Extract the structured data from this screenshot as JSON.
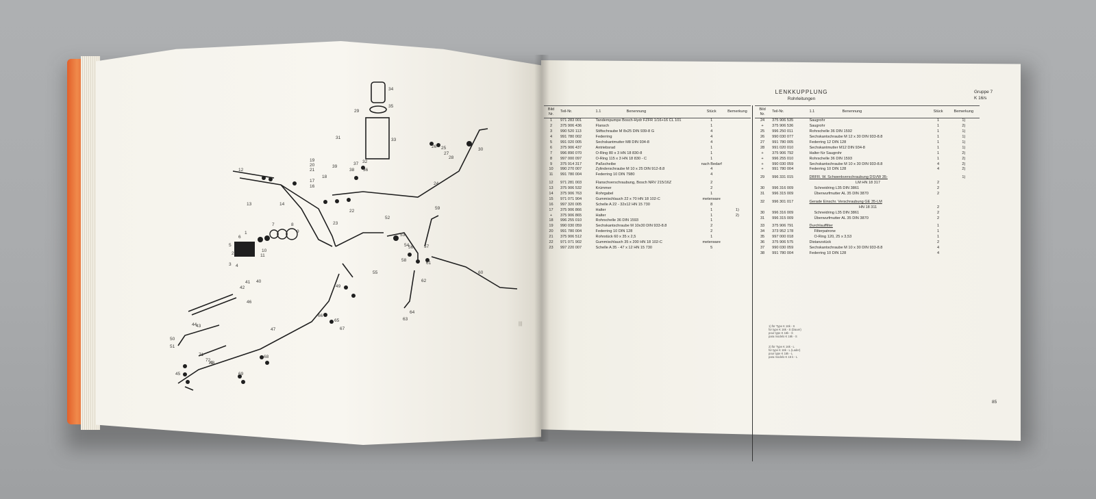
{
  "document": {
    "title": "LENKKUPPLUNG",
    "subtitle": "Rohrleitungen",
    "group_label": "Gruppe 7",
    "group_code": "K 16/s",
    "page_number": "85",
    "left_page_marks": "|||"
  },
  "table_headers": {
    "bild_nr": "Bild Nr.",
    "teil_nr": "Teil-Nr.",
    "mark": "1.1",
    "benennung": "Benennung",
    "stueck": "Stück",
    "bemerkung": "Bemerkung"
  },
  "parts_left": [
    {
      "bild": "1",
      "teil": "971 283 001",
      "name": "Tandempumpe Bosch-Hydr FZFR 1/16+16 CL 101",
      "qty": "1",
      "note": ""
    },
    {
      "bild": "2",
      "teil": "375 906 436",
      "name": "Flansch",
      "qty": "1",
      "note": ""
    },
    {
      "bild": "3",
      "teil": "990 520 113",
      "name": "Stiftschraube M 8x25 DIN 939-8 G",
      "qty": "4",
      "note": ""
    },
    {
      "bild": "4",
      "teil": "991 780 002",
      "name": "Federring",
      "qty": "4",
      "note": ""
    },
    {
      "bild": "5",
      "teil": "991 020 005",
      "name": "Sechskantmutter M8 DIN 934-8",
      "qty": "4",
      "note": ""
    },
    {
      "bild": "6",
      "teil": "375 906 437",
      "name": "Antriebsrad",
      "qty": "1",
      "note": ""
    },
    {
      "bild": "7",
      "teil": "996 890 070",
      "name": "O-Ring 80 x 3 HN 18 830-8",
      "qty": "1",
      "note": ""
    },
    {
      "bild": "8",
      "teil": "997 000 097",
      "name": "O-Ring 115 x 3 HN 18 830 - C",
      "qty": "1",
      "note": ""
    },
    {
      "bild": "9",
      "teil": "375 914 317",
      "name": "Paßscheibe",
      "qty": "nach Bedarf",
      "note": ""
    },
    {
      "bild": "10",
      "teil": "990 270 007",
      "name": "Zylinderschraube M 10 x 25 DIN 912-8.8",
      "qty": "4",
      "note": ""
    },
    {
      "bild": "11",
      "teil": "991 780 004",
      "name": "Federring 10 DIN 7980",
      "qty": "4",
      "note": ""
    },
    {
      "gap": true
    },
    {
      "bild": "12",
      "teil": "971 281 003",
      "name": "Flanschverschraubung, Bosch NRV 215/16Z",
      "qty": "2",
      "note": ""
    },
    {
      "bild": "13",
      "teil": "375 906 532",
      "name": "Krümmer",
      "qty": "2",
      "note": ""
    },
    {
      "bild": "14",
      "teil": "375 906 763",
      "name": "Rohrgabel",
      "qty": "1",
      "note": ""
    },
    {
      "bild": "15",
      "teil": "971 071 904",
      "name": "Gummischlauch 22 x 70 HN 18 102-C",
      "qty": "meterware",
      "note": ""
    },
    {
      "bild": "16",
      "teil": "997 320 005",
      "name": "Schelle A 22 - 32x12 HN 15 730",
      "qty": "8",
      "note": ""
    },
    {
      "bild": "17",
      "teil": "375 906 866",
      "name": "Halter",
      "qty": "1",
      "note": "1)"
    },
    {
      "bild": "+",
      "teil": "375 906 865",
      "name": "Halter",
      "qty": "1",
      "note": "2)"
    },
    {
      "bild": "18",
      "teil": "996 255 010",
      "name": "Rohrschelle 36 DIN 1593",
      "qty": "1",
      "note": ""
    },
    {
      "bild": "19",
      "teil": "990 030 059",
      "name": "Sechskantschraube M 10x30 DIN 933-8.8",
      "qty": "2",
      "note": ""
    },
    {
      "bild": "20",
      "teil": "991 780 004",
      "name": "Federring 10 DIN 128",
      "qty": "2",
      "note": ""
    },
    {
      "bild": "21",
      "teil": "375 906 512",
      "name": "Rohrstück 60 x 35 x 2,5",
      "qty": "1",
      "note": ""
    },
    {
      "bild": "22",
      "teil": "971 071 902",
      "name": "Gummischlauch 35 x 200 HN 18 102-C",
      "qty": "meterware",
      "note": ""
    },
    {
      "bild": "23",
      "teil": "997 220 007",
      "name": "Schelle A 35 - 47 x 12 HN 15 730",
      "qty": "5",
      "note": ""
    }
  ],
  "parts_right": [
    {
      "bild": "24",
      "teil": "375 906 535",
      "name": "Saugrohr",
      "qty": "1",
      "note": "1)"
    },
    {
      "bild": "+",
      "teil": "375 906 536",
      "name": "Saugrohr",
      "qty": "1",
      "note": "2)"
    },
    {
      "bild": "25",
      "teil": "996 250 011",
      "name": "Rohrschelle 36 DIN 1592",
      "qty": "1",
      "note": "1)"
    },
    {
      "bild": "26",
      "teil": "990 030 077",
      "name": "Sechskantschraube M 12 x 30 DIN 933-8.8",
      "qty": "1",
      "note": "1)"
    },
    {
      "bild": "27",
      "teil": "991 780 005",
      "name": "Federring 12 DIN 128",
      "qty": "1",
      "note": "1)"
    },
    {
      "bild": "28",
      "teil": "991 020 010",
      "name": "Sechskantmutter M12 DIN 934-8",
      "qty": "1",
      "note": "1)"
    },
    {
      "bild": "+",
      "teil": "375 906 792",
      "name": "Halter für Saugrohr",
      "qty": "1",
      "note": "2)"
    },
    {
      "bild": "+",
      "teil": "996 255 010",
      "name": "Rohrschelle 36 DIN 1593",
      "qty": "1",
      "note": "2)"
    },
    {
      "bild": "+",
      "teil": "990 030 059",
      "name": "Sechskantschraube M 10 x 30 DIN 933-8.8",
      "qty": "4",
      "note": "2)"
    },
    {
      "bild": "+",
      "teil": "991 780 004",
      "name": "Federring 10 DIN 128",
      "qty": "4",
      "note": "2)"
    },
    {
      "gap": true
    },
    {
      "bild": "29",
      "teil": "996 331 015",
      "name": "DRFR. W. Schwenkverschraubung DSVW 35-",
      "qty": "",
      "note": "1)",
      "ul": true
    },
    {
      "bild": "",
      "teil": "",
      "name": "LM HN 18 317",
      "qty": "2",
      "note": "",
      "center": true
    },
    {
      "bild": "30",
      "teil": "996 316 009",
      "name": "Schneidring L35 DIN 3861",
      "qty": "2",
      "note": "",
      "indent": true
    },
    {
      "bild": "31",
      "teil": "996 315 009",
      "name": "Überwurfmutter AL 35 DIN 3870",
      "qty": "2",
      "note": "",
      "indent": true
    },
    {
      "gap": true
    },
    {
      "bild": "32",
      "teil": "996 301 017",
      "name": "Gerade Einschr. Verschraubung GE 35-LM",
      "qty": "",
      "note": "",
      "ul": true
    },
    {
      "bild": "",
      "teil": "",
      "name": "HN 18 311",
      "qty": "2",
      "note": "",
      "center": true
    },
    {
      "bild": "30",
      "teil": "996 316 009",
      "name": "Schneidring L35 DIN 3861",
      "qty": "2",
      "note": "",
      "indent": true
    },
    {
      "bild": "31",
      "teil": "996 315 009",
      "name": "Überwurfmutter AL 35 DIN 3870",
      "qty": "2",
      "note": "",
      "indent": true
    },
    {
      "gap": true
    },
    {
      "bild": "33",
      "teil": "375 906 791",
      "name": "Durchlauffilter",
      "qty": "1",
      "note": "",
      "ul": true
    },
    {
      "bild": "34",
      "teil": "373 952 178",
      "name": "Filterpatrone",
      "qty": "1",
      "note": "",
      "indent": true
    },
    {
      "bild": "35",
      "teil": "997 000 018",
      "name": "O-Ring 120, 25 x 3,53",
      "qty": "1",
      "note": "",
      "indent": true
    },
    {
      "bild": "36",
      "teil": "375 906 575",
      "name": "Distanzstück",
      "qty": "2",
      "note": ""
    },
    {
      "bild": "37",
      "teil": "990 030 059",
      "name": "Sechskantschraube M 10 x 30 DIN 933-8.8",
      "qty": "4",
      "note": ""
    },
    {
      "bild": "38",
      "teil": "991 780 004",
      "name": "Federring 10 DIN 128",
      "qty": "4",
      "note": ""
    }
  ],
  "footnotes": {
    "f1": [
      "1)   für Type K 16k - S",
      "for type K 16k - S  (Dauer)",
      "pour type K 16k - S",
      "para modelo K 16k - S"
    ],
    "f2": [
      "2)   für Type K 16k - L",
      "for type K 16k - L  (Lader)",
      "pour type K 16k - L",
      "para modelo K 16 k - L"
    ]
  },
  "diagram_labels": [
    "34",
    "35",
    "29",
    "33",
    "31",
    "30",
    "32",
    "38",
    "37",
    "36",
    "26",
    "25",
    "27",
    "28",
    "19",
    "20",
    "21",
    "39",
    "18",
    "17",
    "16",
    "22",
    "23",
    "24",
    "14",
    "12",
    "13",
    "2",
    "6",
    "1",
    "5",
    "3",
    "4",
    "7",
    "8",
    "9",
    "11",
    "10",
    "40",
    "41",
    "42",
    "52",
    "53",
    "54",
    "55",
    "56",
    "57",
    "58",
    "59",
    "60",
    "61",
    "62",
    "63",
    "64",
    "65",
    "66",
    "67",
    "68",
    "69",
    "70",
    "71",
    "72",
    "43",
    "44",
    "45",
    "46",
    "47",
    "48",
    "49",
    "50",
    "51"
  ]
}
